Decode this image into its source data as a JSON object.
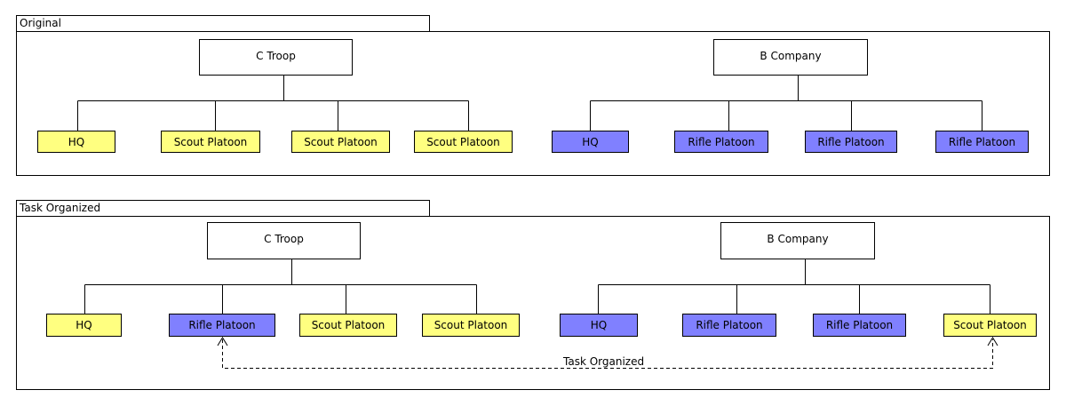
{
  "colors": {
    "yellow": "#FFFF80",
    "blue": "#8080FF",
    "line": "#000000"
  },
  "original": {
    "title": "Original",
    "left_group": {
      "parent": "C Troop",
      "children": [
        {
          "label": "HQ",
          "color": "yellow"
        },
        {
          "label": "Scout Platoon",
          "color": "yellow"
        },
        {
          "label": "Scout Platoon",
          "color": "yellow"
        },
        {
          "label": "Scout Platoon",
          "color": "yellow"
        }
      ]
    },
    "right_group": {
      "parent": "B Company",
      "children": [
        {
          "label": "HQ",
          "color": "blue"
        },
        {
          "label": "Rifle Platoon",
          "color": "blue"
        },
        {
          "label": "Rifle Platoon",
          "color": "blue"
        },
        {
          "label": "Rifle Platoon",
          "color": "blue"
        }
      ]
    }
  },
  "task_organized": {
    "title": "Task Organized",
    "left_group": {
      "parent": "C Troop",
      "children": [
        {
          "label": "HQ",
          "color": "yellow"
        },
        {
          "label": "Rifle Platoon",
          "color": "blue"
        },
        {
          "label": "Scout Platoon",
          "color": "yellow"
        },
        {
          "label": "Scout Platoon",
          "color": "yellow"
        }
      ]
    },
    "right_group": {
      "parent": "B Company",
      "children": [
        {
          "label": "HQ",
          "color": "blue"
        },
        {
          "label": "Rifle Platoon",
          "color": "blue"
        },
        {
          "label": "Rifle Platoon",
          "color": "blue"
        },
        {
          "label": "Scout Platoon",
          "color": "yellow"
        }
      ]
    },
    "link_label": "Task Organized"
  }
}
